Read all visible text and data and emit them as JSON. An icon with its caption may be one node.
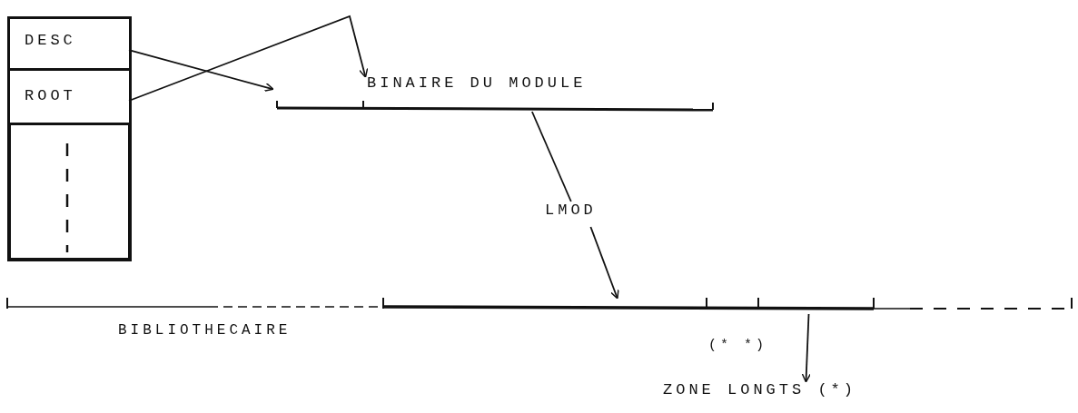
{
  "diagram": {
    "nodes": [
      {
        "text": [],
        "shape": "box"
      },
      {
        "text": [
          "DESC"
        ],
        "in": 0
      },
      {
        "text": [
          "ROOT"
        ],
        "in": 0
      },
      {
        "text": [],
        "shape": "box",
        "in": 0
      },
      {
        "text": [
          "BINAIRE DU MODULE"
        ]
      },
      {
        "text": [
          "LMOD"
        ]
      },
      {
        "text": [],
        "shape": "bar",
        "beside": [
          "BIBLIOTHECAIRE"
        ]
      },
      {
        "text": [
          "ZONE LONGTS (*)"
        ]
      }
    ],
    "edges": [
      {
        "from": 1,
        "to": 4,
        "arrow": "to"
      },
      {
        "from": 2,
        "to": 4,
        "arrow": "to"
      },
      {
        "from": 4,
        "to": 5,
        "arrow": "none"
      },
      {
        "from": 5,
        "to": 6,
        "arrow": "to"
      },
      {
        "from": 6,
        "to": 7,
        "arrow": "to"
      }
    ],
    "labels": [
      "(* *)"
    ]
  }
}
